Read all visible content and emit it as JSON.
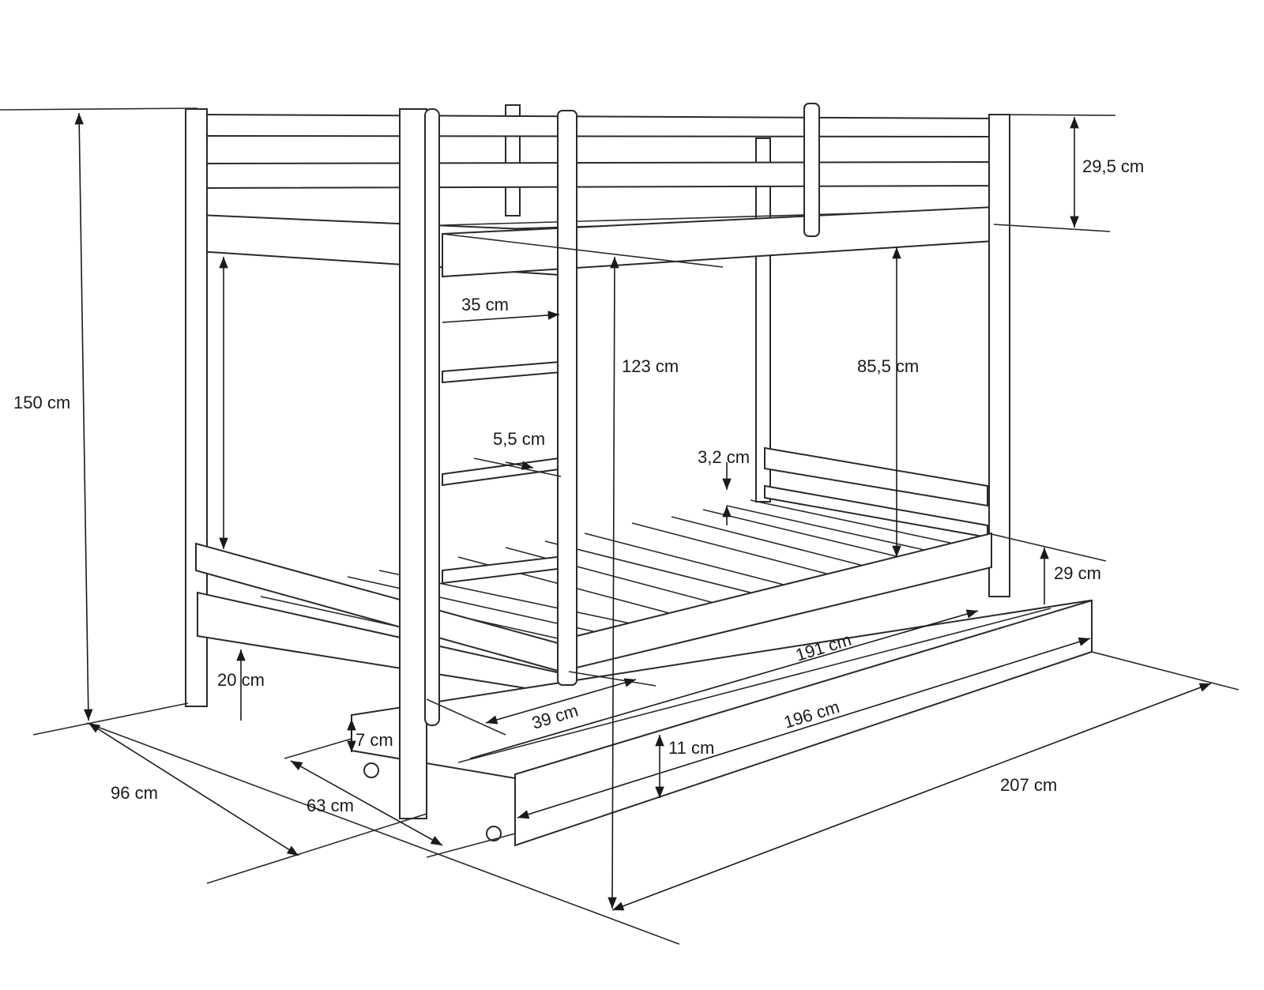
{
  "title": "Bunk bed dimension drawing",
  "dimensions": {
    "total_height": "150 cm",
    "rail_height": "29,5 cm",
    "ladder_width": "35 cm",
    "floor_to_upper": "123 cm",
    "between_beds": "85,5 cm",
    "rung_depth": "5,5 cm",
    "slat_height": "3,2 cm",
    "lower_rail": "29 cm",
    "mattress_length": "191 cm",
    "floor_clearance": "20 cm",
    "ladder_depth": "39 cm",
    "drawer_length": "196 cm",
    "drawer_clearance": "7 cm",
    "drawer_height": "11 cm",
    "total_width": "96 cm",
    "drawer_width": "63 cm",
    "total_length": "207 cm"
  }
}
